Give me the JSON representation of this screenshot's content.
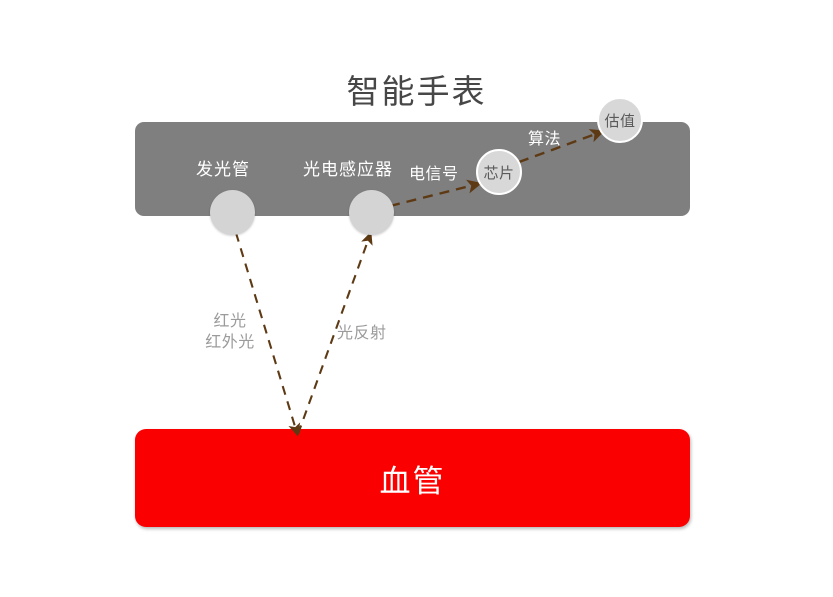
{
  "diagram": {
    "title": "智能手表",
    "background": "#ffffff"
  },
  "watch_body": {
    "name": "smart-watch-body",
    "color": "#7f7f7f"
  },
  "vessel": {
    "label": "血管",
    "color": "#fb0000",
    "text_color": "#ffffff"
  },
  "nodes": {
    "led": {
      "label": "发光管",
      "color": "#d4d4d4"
    },
    "sensor": {
      "label": "光电感应器",
      "color": "#d4d4d4"
    },
    "chip": {
      "label": "芯片",
      "color": "#d8d8d8"
    },
    "estimate": {
      "label": "估值",
      "color": "#d8d8d8"
    }
  },
  "labels": {
    "electric_signal": "电信号",
    "algorithm": "算法",
    "emitted_light_line1": "红光",
    "emitted_light_line2": "红外光",
    "light_reflection": "光反射"
  },
  "arrows": {
    "color": "#5e3a14",
    "style": "dashed",
    "items": [
      {
        "name": "led-to-vessel",
        "from": "发光管",
        "to": "血管",
        "label": "红光 / 红外光"
      },
      {
        "name": "vessel-to-sensor",
        "from": "血管",
        "to": "光电感应器",
        "label": "光反射"
      },
      {
        "name": "sensor-to-chip",
        "from": "光电感应器",
        "to": "芯片",
        "label": "电信号"
      },
      {
        "name": "chip-to-estimate",
        "from": "芯片",
        "to": "估值",
        "label": "算法"
      }
    ]
  }
}
